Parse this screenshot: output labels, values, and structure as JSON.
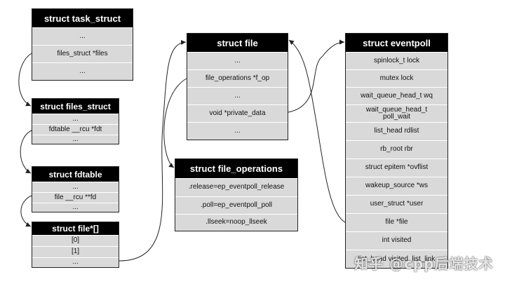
{
  "task_struct": {
    "title": "struct task_struct",
    "rows": [
      "...",
      "files_struct *files",
      "..."
    ]
  },
  "files_struct": {
    "title": "struct files_struct",
    "rows": [
      "...",
      "fdtable __rcu *fdt",
      "..."
    ]
  },
  "fdtable": {
    "title": "struct fdtable",
    "rows": [
      "...",
      "file __rcu **fd",
      "..."
    ]
  },
  "file_array": {
    "title": "struct file*[]",
    "rows": [
      "[0]",
      "[1]",
      "..."
    ]
  },
  "file": {
    "title": "struct file",
    "rows": [
      "...",
      "file_operations *f_op",
      "...",
      "void *private_data",
      "..."
    ]
  },
  "file_operations": {
    "title": "struct file_operations",
    "rows": [
      ".release=ep_eventpoll_release",
      ".poll=ep_eventpoll_poll",
      ".llseek=noop_llseek"
    ]
  },
  "eventpoll": {
    "title": "struct eventpoll",
    "rows": [
      "spinlock_t lock",
      "mutex lock",
      "wait_queue_head_t wq",
      "wait_queue_head_t poll_wait",
      "list_head rdlist",
      "rb_root rbr",
      "struct epitem *ovflist",
      "wakeup_source *ws",
      "user_struct *user",
      "file *file",
      "int visited",
      "list_head visited_list_link"
    ]
  },
  "watermark": {
    "text": "知乎 @cpp后端技术"
  },
  "colors": {
    "header_bg": "#000000",
    "cell_bg": "#d9d9d9",
    "edge": "#222222"
  }
}
